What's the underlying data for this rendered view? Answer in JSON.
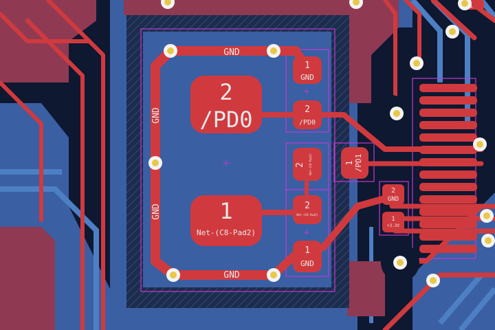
{
  "colors": {
    "background": "#0e1830",
    "back_copper": "#4d7fc4",
    "front_copper": "#d03a3e",
    "front_copper_dim": "#8f3a52",
    "pour_back": "#3a5fa3",
    "hatch": "#27395f",
    "silkscreen": "#e8e8e8",
    "courtyard": "#c23ad0",
    "via_ring": "#f4f4f4",
    "via_hole": "#e8c84a"
  },
  "labels": {
    "gnd_top": "GND",
    "gnd_bottom": "GND",
    "gnd_left_upper": "GND",
    "gnd_left_lower": "GND",
    "big_pad2_num": "2",
    "big_pad2_net": "/PD0",
    "big_pad1_num": "1",
    "big_pad1_net": "Net-(C8-Pad2)",
    "cap_top_pin1_num": "1",
    "cap_top_pin1_net": "GND",
    "cap_top_pin2_num": "2",
    "cap_top_pin2_net": "/PD0",
    "cap_mid_pin2_num": "2",
    "cap_mid_pin2_net": "Net-(C8-Pad2)",
    "cap_bot_pin2_num": "2",
    "cap_bot_pin2_net": "Net-(C8-Pad2)",
    "cap_bot_pin1_num": "1",
    "cap_bot_pin1_net": "GND",
    "pd1_pad_num": "1",
    "pd1_pad_net": "/PD1",
    "small_pin2_num": "2",
    "small_pin2_net": "GND",
    "small_pin1_num": "1",
    "small_pin1_net": "+3.3V",
    "corner_pad_num": "1"
  }
}
